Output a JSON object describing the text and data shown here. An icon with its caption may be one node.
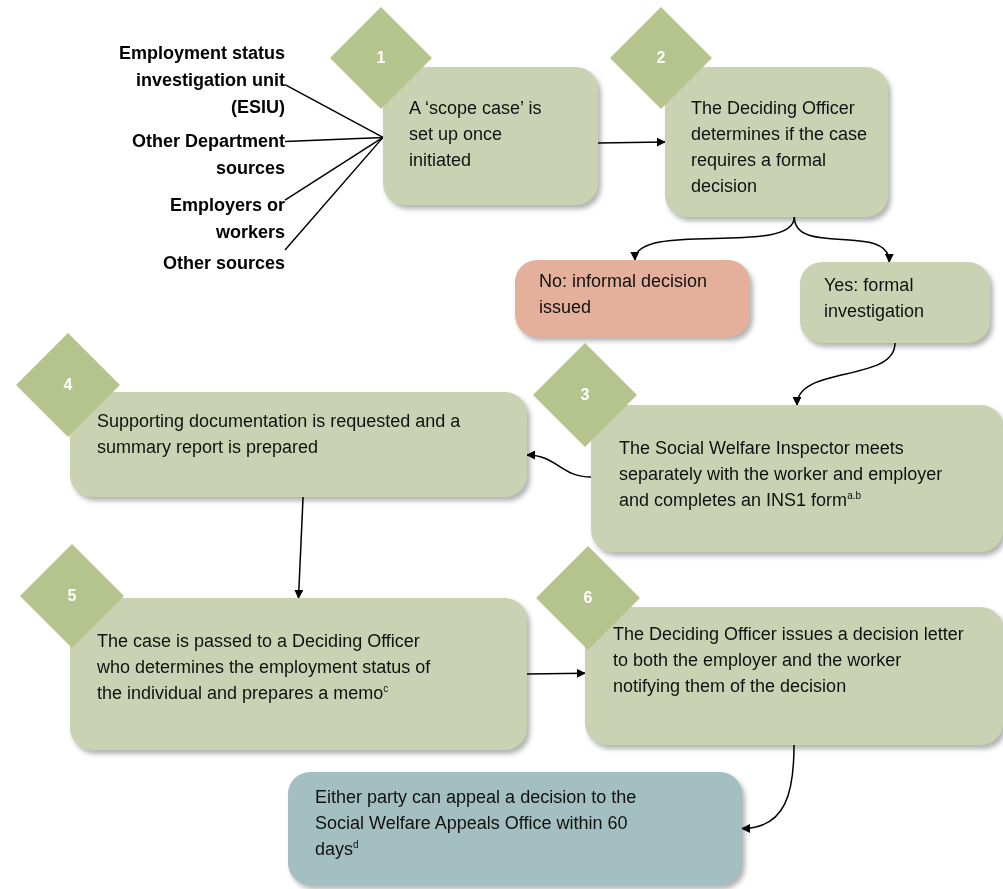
{
  "diagram": {
    "nodes": [
      {
        "text": [
          "Employment status investigation unit (ESIU)"
        ]
      },
      {
        "text": [
          "Other Department sources"
        ]
      },
      {
        "text": [
          "Employers or workers"
        ]
      },
      {
        "text": [
          "Other sources"
        ]
      },
      {
        "text": [
          "1"
        ]
      },
      {
        "text": [
          "A ‘scope case’ is set up once initiated"
        ]
      },
      {
        "text": [
          "2"
        ]
      },
      {
        "text": [
          "The Deciding Officer determines if the case requires a formal decision"
        ]
      },
      {
        "text": [
          "No: informal decision issued"
        ]
      },
      {
        "text": [
          "Yes: formal investigation"
        ]
      },
      {
        "text": [
          "4"
        ]
      },
      {
        "text": [
          "Supporting documentation is requested and a summary report is prepared"
        ]
      },
      {
        "text": [
          "3"
        ]
      },
      {
        "text": [
          "The Social Welfare Inspector meets separately with the worker and employer and completes an INS1 form$^{a.b}$"
        ]
      },
      {
        "text": [
          "5"
        ]
      },
      {
        "text": [
          "The case is passed to a Deciding Officer who determines the employment status of the individual and prepares a memo$^{c}$"
        ]
      },
      {
        "text": [
          "6"
        ]
      },
      {
        "text": [
          "The Deciding Officer issues a decision letter to both the employer and the worker notifying them of the decision"
        ]
      },
      {
        "text": [
          "Either party can appeal a decision to the Social Welfare Appeals Office within 60 days$^{d}$"
        ]
      }
    ],
    "edges": [
      {
        "from": 0,
        "to": 5,
        "arrow": "none"
      },
      {
        "from": 1,
        "to": 5,
        "arrow": "none"
      },
      {
        "from": 2,
        "to": 5,
        "arrow": "none"
      },
      {
        "from": 3,
        "to": 5,
        "arrow": "none"
      },
      {
        "from": 5,
        "to": 7,
        "arrow": "to"
      },
      {
        "from": 7,
        "to": 8,
        "arrow": "to"
      },
      {
        "from": 7,
        "to": 9,
        "arrow": "to"
      },
      {
        "from": 9,
        "to": 13,
        "arrow": "to"
      },
      {
        "from": 13,
        "to": 11,
        "arrow": "to"
      },
      {
        "from": 11,
        "to": 15,
        "arrow": "to"
      },
      {
        "from": 15,
        "to": 17,
        "arrow": "to"
      },
      {
        "from": 17,
        "to": 18,
        "arrow": "to"
      }
    ]
  }
}
